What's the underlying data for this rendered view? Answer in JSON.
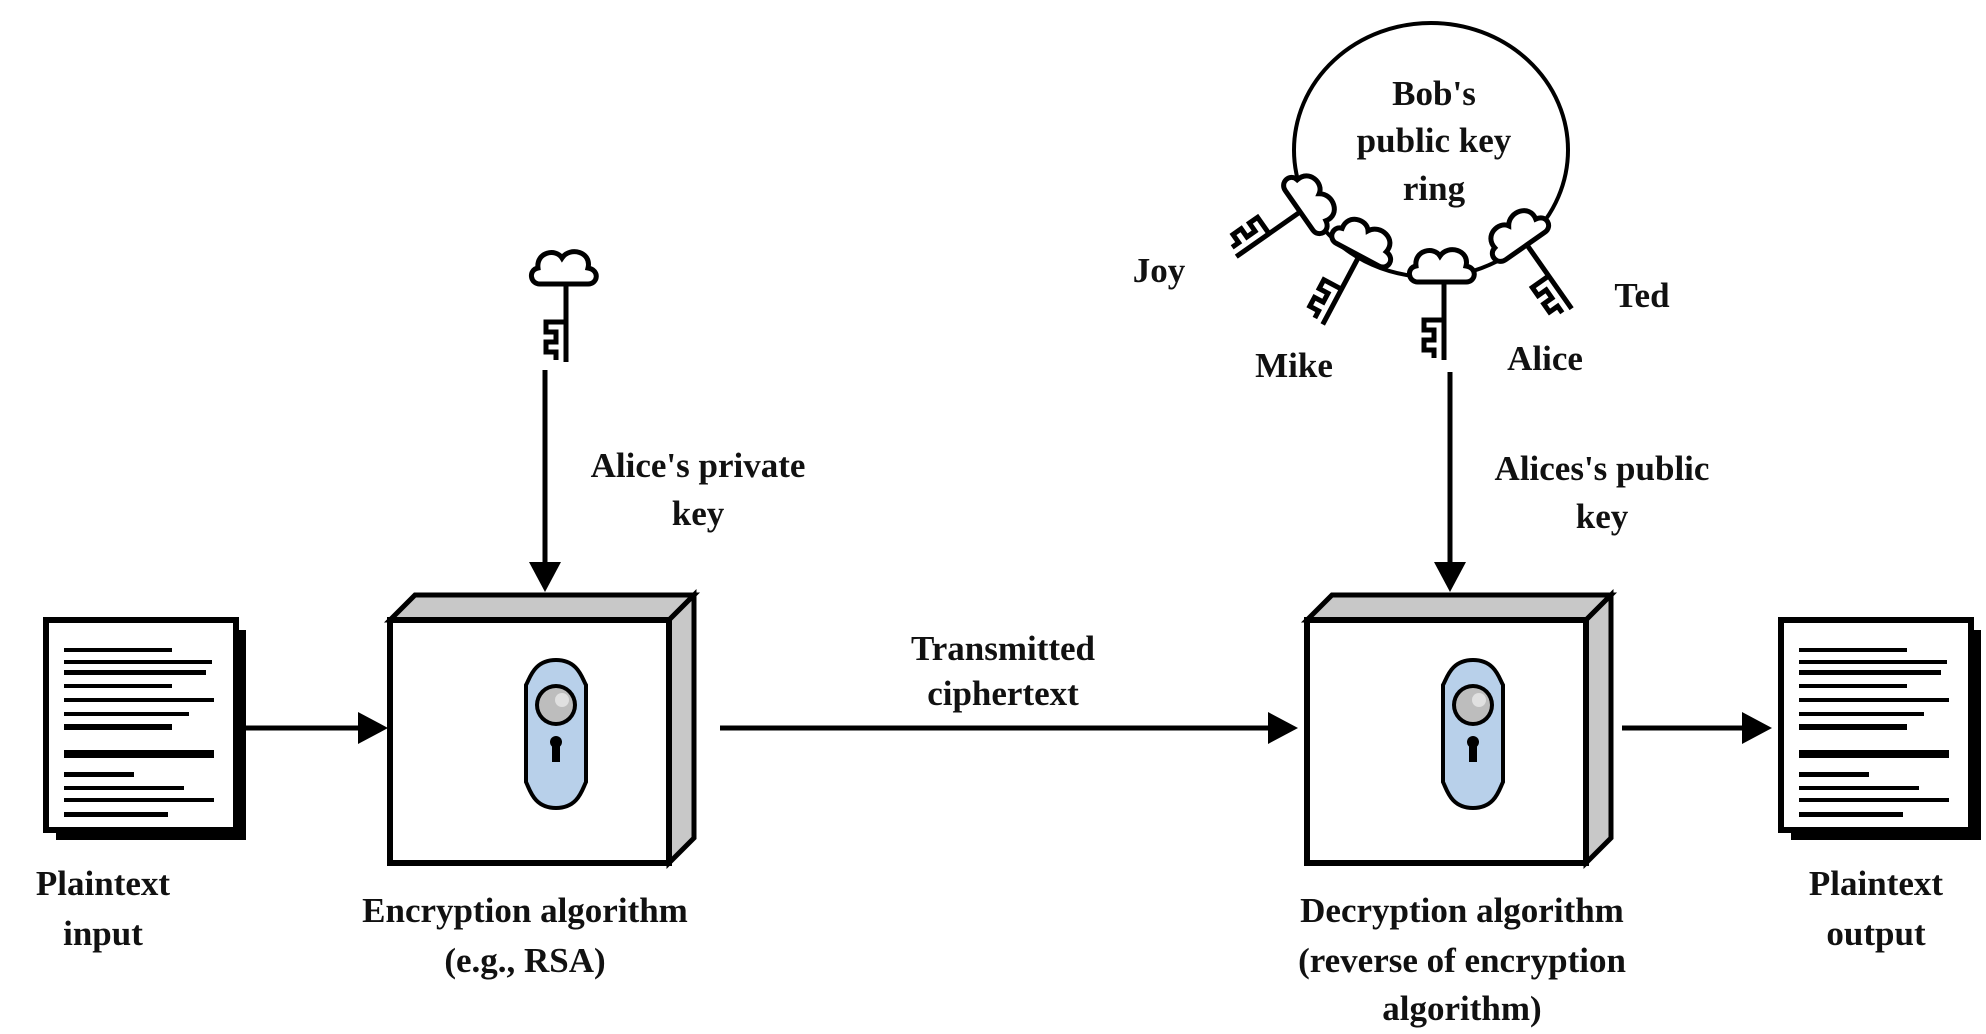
{
  "colors": {
    "lock_plate": "#b8d0ea",
    "box_side": "#c8c8c8",
    "knob": "#bdbdbd"
  },
  "plaintext_input": [
    "Plaintext",
    "input"
  ],
  "encryption": {
    "lines": [
      "Encryption algorithm",
      "(e.g., RSA)"
    ]
  },
  "private_key_label": [
    "Alice's private",
    "key"
  ],
  "transmitted_label": [
    "Transmitted",
    "ciphertext"
  ],
  "key_ring": {
    "title": [
      "Bob's",
      "public key",
      "ring"
    ],
    "keys": [
      "Joy",
      "Mike",
      "Alice",
      "Ted"
    ]
  },
  "public_key_label": [
    "Alices's public",
    "key"
  ],
  "decryption": {
    "lines": [
      "Decryption algorithm",
      "(reverse of encryption",
      "algorithm)"
    ]
  },
  "plaintext_output": [
    "Plaintext",
    "output"
  ]
}
